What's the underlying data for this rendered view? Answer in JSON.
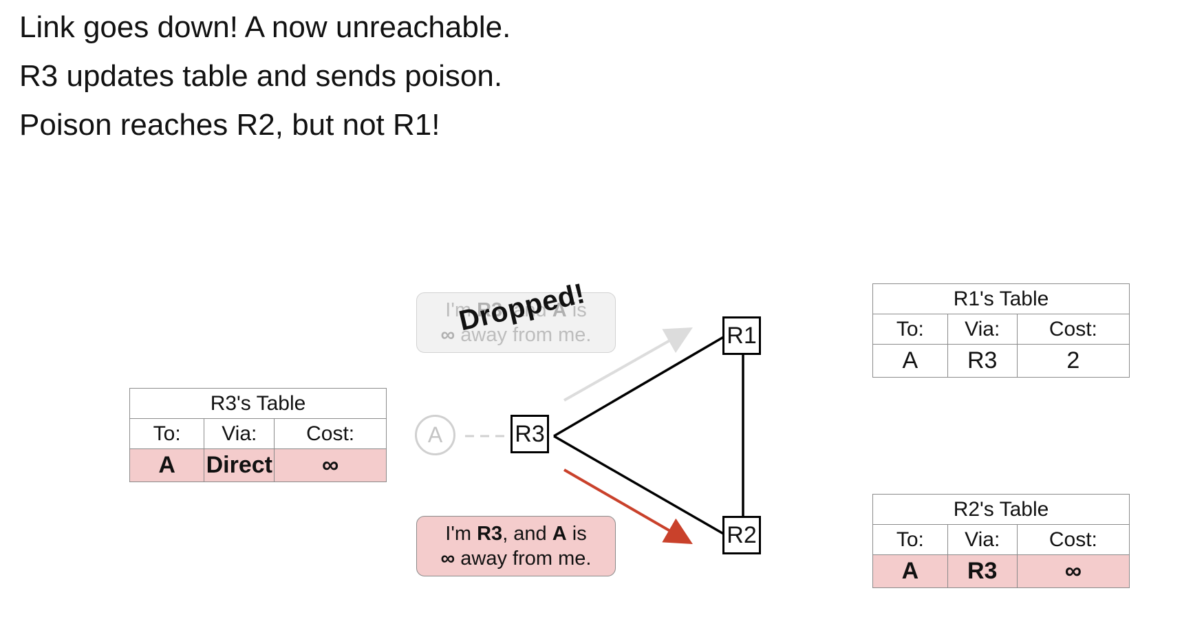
{
  "heading": {
    "line1": "Link goes down! A now unreachable.",
    "line2": "R3 updates table and sends poison.",
    "line3": "Poison reaches R2, but not R1!"
  },
  "nodes": {
    "host_a": "A",
    "r1": "R1",
    "r2": "R2",
    "r3": "R3"
  },
  "tables": {
    "r3": {
      "title": "R3's Table",
      "headers": [
        "To:",
        "Via:",
        "Cost:"
      ],
      "row": [
        "A",
        "Direct",
        "∞"
      ]
    },
    "r1": {
      "title": "R1's Table",
      "headers": [
        "To:",
        "Via:",
        "Cost:"
      ],
      "row": [
        "A",
        "R3",
        "2"
      ]
    },
    "r2": {
      "title": "R2's Table",
      "headers": [
        "To:",
        "Via:",
        "Cost:"
      ],
      "row": [
        "A",
        "R3",
        "∞"
      ]
    }
  },
  "messages": {
    "prefix": "I'm ",
    "sender": "R3",
    "middle": ", and ",
    "dest": "A",
    "suffix": " is",
    "line2_symbol": "∞",
    "line2_rest": " away from me.",
    "dropped_label": "Dropped!"
  },
  "colors": {
    "highlight": "#f4cccc",
    "poison_arrow": "#c9412b",
    "dropped_arrow": "#dcdcdc",
    "faded_text": "#bdbdbd"
  }
}
